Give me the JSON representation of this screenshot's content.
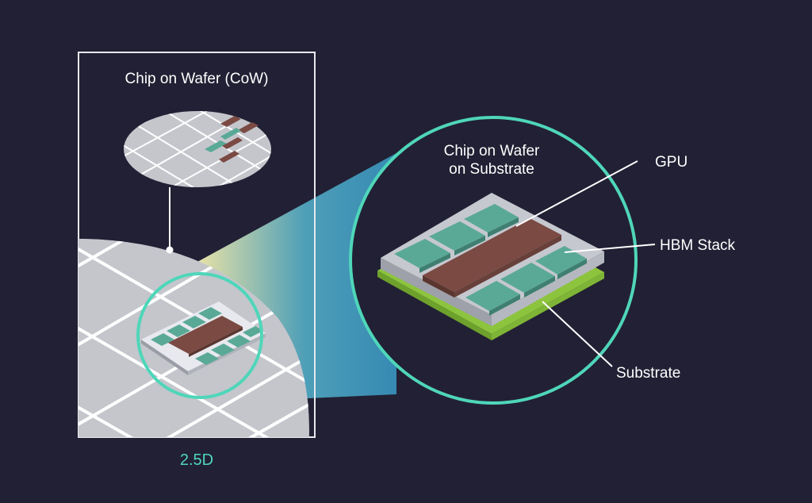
{
  "figure": {
    "caption": "2.5D",
    "colors": {
      "background": "#222034",
      "accent": "#4fd6b9",
      "gpu": "#7a4a43",
      "hbm": "#5aa997",
      "interposer": "#b9bcc4",
      "substrate": "#8cc43e",
      "wafer": "#c4c6cc",
      "beam_start": "#f2e6a6",
      "beam_end": "#2a7fb0"
    }
  },
  "cow_panel": {
    "title": "Chip on Wafer (CoW)"
  },
  "cowos_zoom": {
    "title_line1": "Chip on Wafer",
    "title_line2": "on Substrate"
  },
  "callouts": {
    "gpu": "GPU",
    "hbm": "HBM Stack",
    "substrate": "Substrate"
  }
}
